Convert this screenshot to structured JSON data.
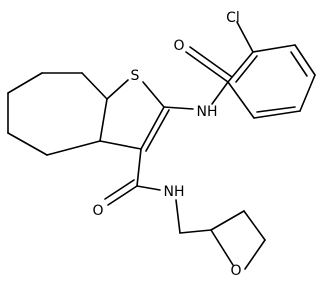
{
  "molecule": {
    "atom_labels": {
      "chlorine": "Cl",
      "sulfur": "S",
      "amide_oxygen_top": "O",
      "amide_nitrogen_top": "NH",
      "amide_oxygen_bottom": "O",
      "amide_nitrogen_bottom": "NH",
      "ring_oxygen": "O"
    },
    "colors": {
      "bond": "#000000",
      "text": "#000000",
      "background": "#ffffff"
    }
  }
}
